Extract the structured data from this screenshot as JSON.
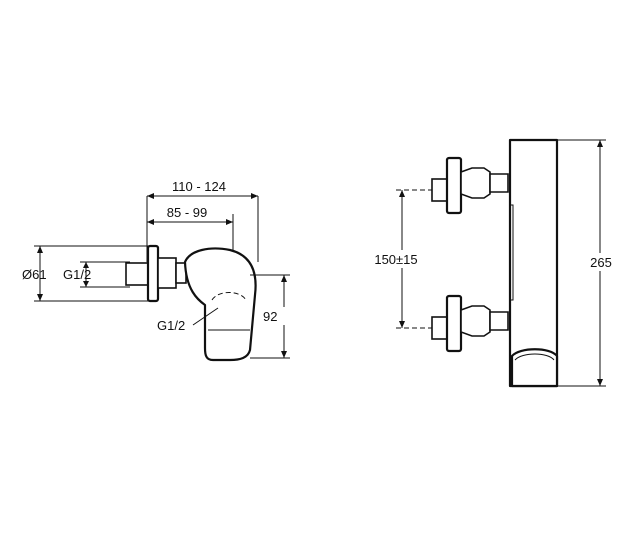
{
  "side_view": {
    "width_range_outer": "110 - 124",
    "width_range_inner": "85 - 99",
    "diameter": "Ø61",
    "thread_inlet": "G1/2",
    "thread_outlet": "G1/2",
    "height": "92"
  },
  "front_view": {
    "center_distance": "150±15",
    "total_height": "265"
  }
}
